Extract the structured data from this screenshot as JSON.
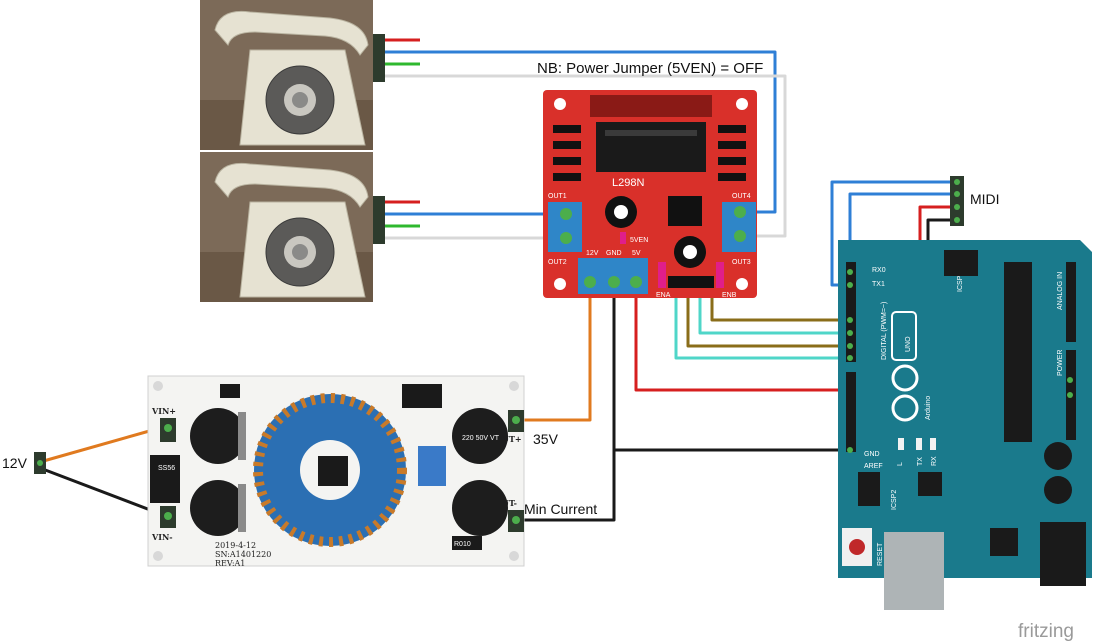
{
  "labels": {
    "nb_note": "NB: Power Jumper (5VEN) = OFF",
    "midi": "MIDI",
    "v12": "12V",
    "v35": "35V",
    "min_current": "Min Current",
    "watermark": "fritzing"
  },
  "l298n": {
    "chip": "L298N",
    "out1": "OUT1",
    "out2": "OUT2",
    "out3": "OUT3",
    "out4": "OUT4",
    "v12": "12V",
    "gnd": "GND",
    "v5": "5V",
    "en": "5VEN",
    "ena": "ENA",
    "enb": "ENB"
  },
  "booster": {
    "date": "2019-4-12",
    "serial": "SN:A1401220",
    "rev": "REV:A1",
    "vin_plus": "VIN+",
    "vin_minus": "VIN-",
    "out_plus": "OUT+",
    "out_minus": "OUT-",
    "cap_rating": "220 50V VT",
    "resistor": "R010",
    "diode": "SS56"
  },
  "arduino": {
    "brand": "Arduino",
    "model": "UNO",
    "digital": "DIGITAL (PWM=~)",
    "analog": "ANALOG IN",
    "power": "POWER",
    "icsp": "ICSP",
    "icsp2": "ICSP2",
    "reset": "RESET",
    "tx": "TX",
    "rx": "RX",
    "l": "L",
    "aref": "AREF",
    "gnd": "GND",
    "rx0": "RX0",
    "tx1": "TX1"
  },
  "colors": {
    "wire_red": "#d61f1f",
    "wire_blue": "#2f7fd6",
    "wire_green": "#2fb82f",
    "wire_white": "#e8e8e8",
    "wire_orange": "#e07a1f",
    "wire_black": "#1a1a1a",
    "wire_olive": "#8a6d1a",
    "wire_cyan": "#4fd6c8",
    "board_red": "#d9302a",
    "board_teal": "#1a7a8c",
    "terminal_blue": "#2f86c8",
    "phone_cream": "#e6e2d2"
  }
}
